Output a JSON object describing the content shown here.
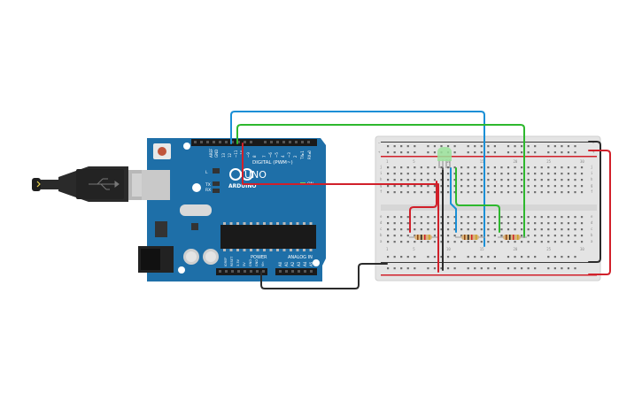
{
  "arduino": {
    "brand": "ARDUINO",
    "model": "UNO",
    "digital_label": "DIGITAL (PWM~)",
    "power_label": "POWER",
    "analog_label": "ANALOG IN",
    "on_label": "ON",
    "tx_label": "TX",
    "rx_label": "RX",
    "l_label": "L",
    "aref_label": "AREF",
    "gnd_label": "GND",
    "pin13": "13",
    "pin12": "12",
    "pin11": "~11",
    "pin10": "~10",
    "pin9": "~9",
    "pin8": "8",
    "pin7": "7",
    "pin6": "~6",
    "pin5": "~5",
    "pin4": "4",
    "pin3": "~3",
    "pin2": "2",
    "pin1": "TX▸1",
    "pin0": "RX◂0",
    "power_pins": [
      "IOREF",
      "RESET",
      "3.3V",
      "5V",
      "GND",
      "GND",
      "Vin"
    ],
    "analog_pins": [
      "A0",
      "A1",
      "A2",
      "A3",
      "A4",
      "A5"
    ]
  },
  "breadboard": {
    "plus": "+",
    "minus": "−",
    "rows_top": [
      "j",
      "i",
      "h",
      "g",
      "f"
    ],
    "rows_bottom": [
      "e",
      "d",
      "c",
      "b",
      "a"
    ],
    "col_numbers": [
      "1",
      "5",
      "10",
      "15",
      "20",
      "25",
      "30"
    ]
  },
  "wires": {
    "pin12_color": "#1a8fd6",
    "pin11_color": "#2eb82e",
    "pin9_color": "#d1202a",
    "gnd_color": "#2b2b2b"
  },
  "colors": {
    "board": "#1e6fa8",
    "led": "#9be39b",
    "resistor": "#d9b27a"
  }
}
